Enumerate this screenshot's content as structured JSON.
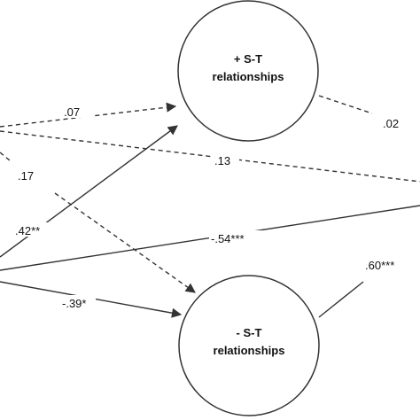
{
  "nodes": {
    "positive": {
      "line1": "+ S-T",
      "line2": "relationships"
    },
    "negative": {
      "line1": "- S-T",
      "line2": "relationships"
    }
  },
  "paths": {
    "a": ".07",
    "b": ".13",
    "c": ".17",
    "d": ".42**",
    "e": "-.54***",
    "f": "-.39*",
    "g": ".02",
    "h": ".60***"
  }
}
